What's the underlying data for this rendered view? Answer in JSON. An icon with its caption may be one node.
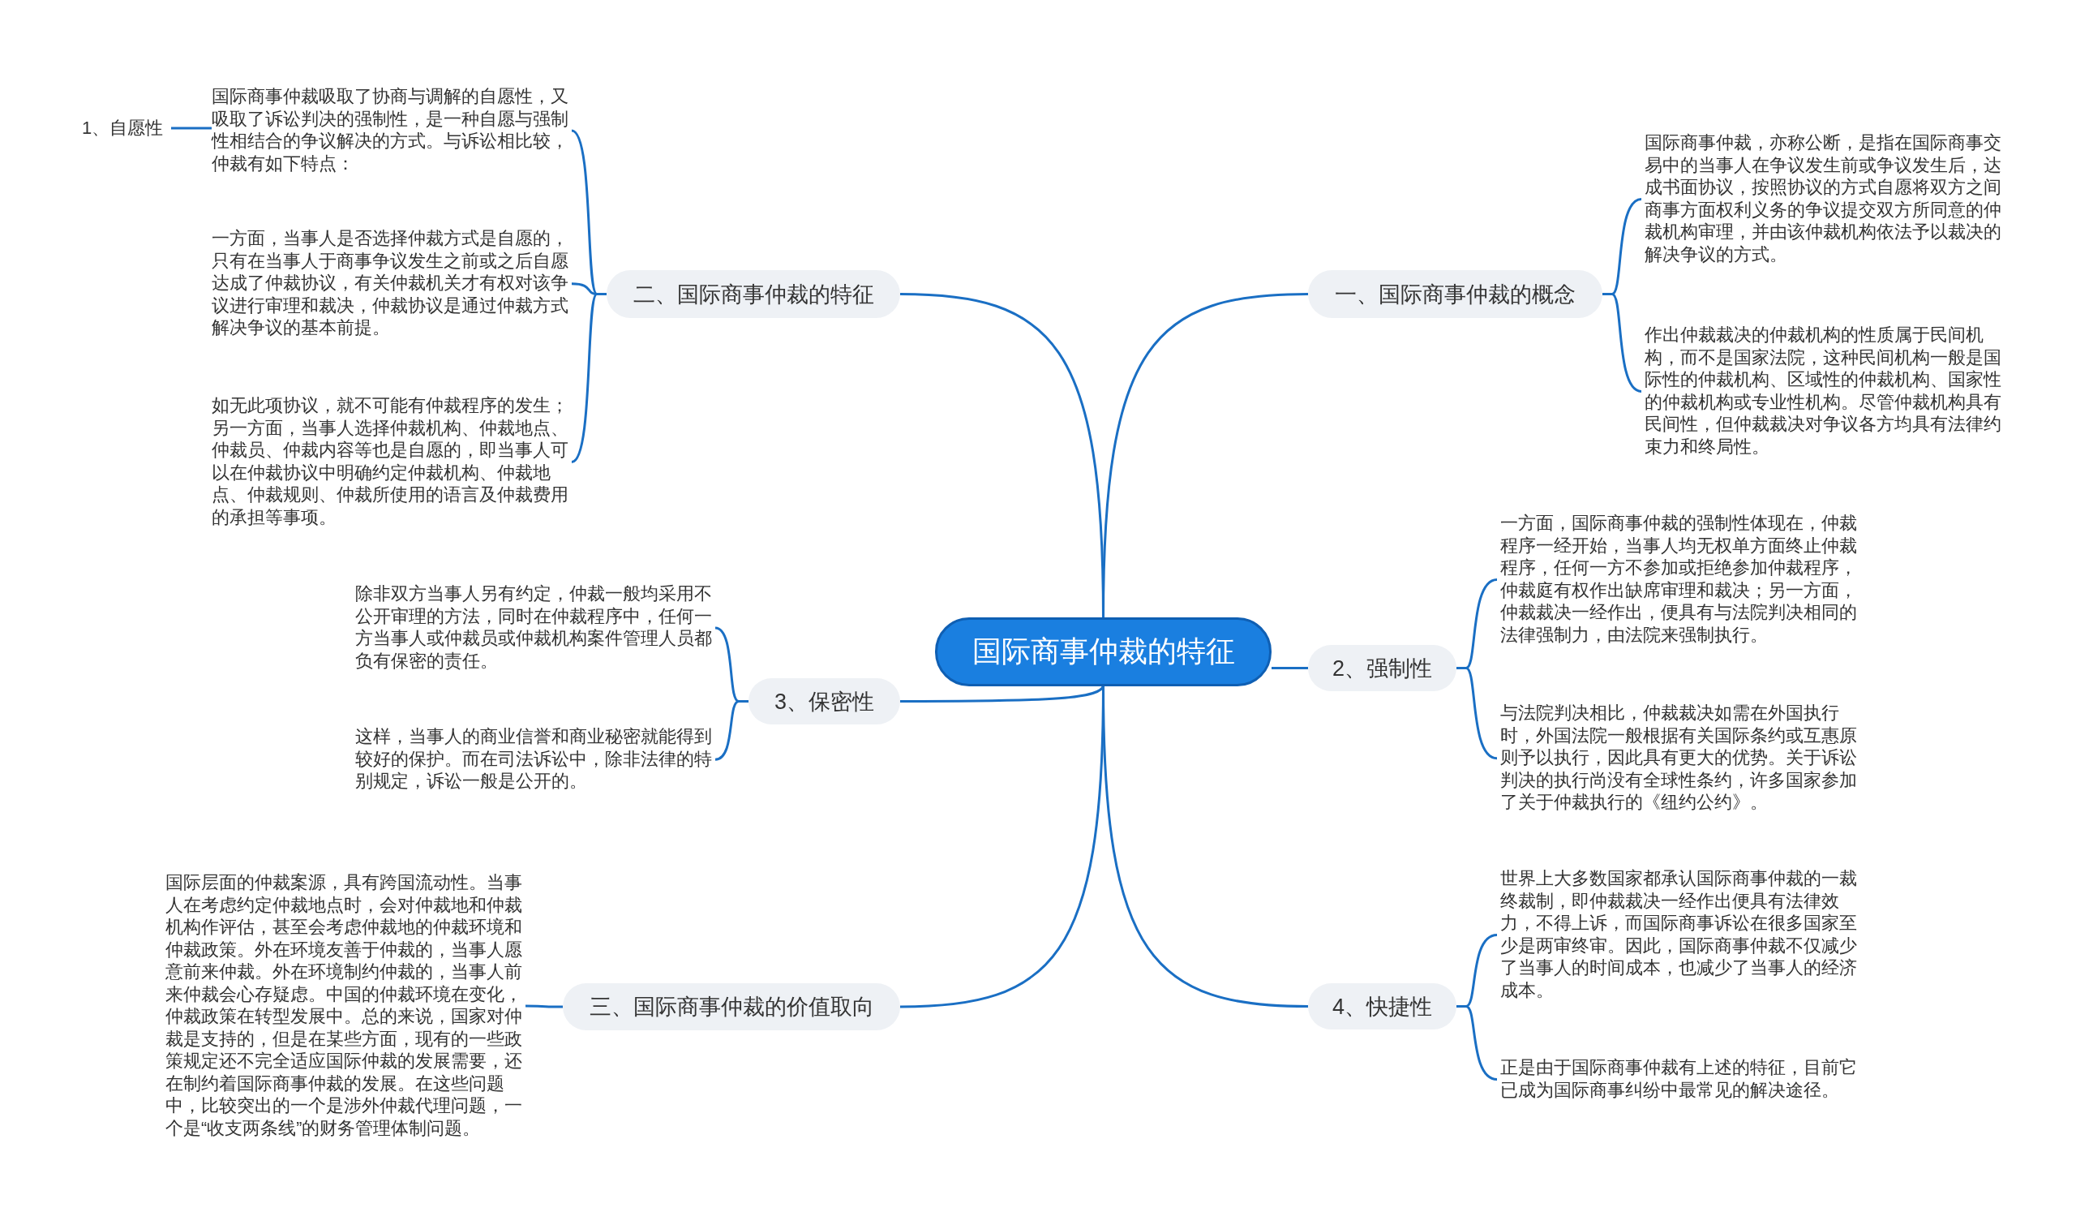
{
  "diagram": {
    "nodes": [
      {
        "text": [
          "国际商事仲裁的特征"
        ]
      },
      {
        "text": [
          "一、国际商事仲裁的概念"
        ]
      },
      {
        "text": [
          "国际商事仲裁，亦称公断，是指在国际商事交易中的当事人在争议发生前或争议发生后，达成书面协议，按照协议的方式自愿将双方之间商事方面权利义务的争议提交双方所同意的仲裁机构审理，并由该仲裁机构依法予以裁决的解决争议的方式。"
        ]
      },
      {
        "text": [
          "作出仲裁裁决的仲裁机构的性质属于民间机构，而不是国家法院，这种民间机构一般是国际性的仲裁机构、区域性的仲裁机构、国家性的仲裁机构或专业性机构。尽管仲裁机构具有民间性，但仲裁裁决对争议各方均具有法律约束力和终局性。"
        ]
      },
      {
        "text": [
          "二、国际商事仲裁的特征"
        ]
      },
      {
        "text": [
          "国际商事仲裁吸取了协商与调解的自愿性，又吸取了诉讼判决的强制性，是一种自愿与强制性相结合的争议解决的方式。与诉讼相比较，仲裁有如下特点："
        ]
      },
      {
        "text": [
          "一方面，当事人是否选择仲裁方式是自愿的，只有在当事人于商事争议发生之前或之后自愿达成了仲裁协议，有关仲裁机关才有权对该争议进行审理和裁决，仲裁协议是通过仲裁方式解决争议的基本前提。"
        ]
      },
      {
        "text": [
          "如无此项协议，就不可能有仲裁程序的发生；另一方面，当事人选择仲裁机构、仲裁地点、仲裁员、仲裁内容等也是自愿的，即当事人可以在仲裁协议中明确约定仲裁机构、仲裁地点、仲裁规则、仲裁所使用的语言及仲裁费用的承担等事项。"
        ]
      },
      {
        "text": [
          "1、自愿性"
        ]
      },
      {
        "text": [
          "2、强制性"
        ]
      },
      {
        "text": [
          "一方面，国际商事仲裁的强制性体现在，仲裁程序一经开始，当事人均无权单方面终止仲裁程序，任何一方不参加或拒绝参加仲裁程序，仲裁庭有权作出缺席审理和裁决；另一方面，仲裁裁决一经作出，便具有与法院判决相同的法律强制力，由法院来强制执行。"
        ]
      },
      {
        "text": [
          "与法院判决相比，仲裁裁决如需在外国执行时，外国法院一般根据有关国际条约或互惠原则予以执行，因此具有更大的优势。关于诉讼判决的执行尚没有全球性条约，许多国家参加了关于仲裁执行的《纽约公约》。"
        ]
      },
      {
        "text": [
          "4、快捷性"
        ]
      },
      {
        "text": [
          "世界上大多数国家都承认国际商事仲裁的一裁终裁制，即仲裁裁决一经作出便具有法律效力，不得上诉，而国际商事诉讼在很多国家至少是两审终审。因此，国际商事仲裁不仅减少了当事人的时间成本，也减少了当事人的经济成本。"
        ]
      },
      {
        "text": [
          "正是由于国际商事仲裁有上述的特征，目前它已成为国际商事纠纷中最常见的解决途径。"
        ]
      },
      {
        "text": [
          "3、保密性"
        ]
      },
      {
        "text": [
          "除非双方当事人另有约定，仲裁一般均采用不公开审理的方法，同时在仲裁程序中，任何一方当事人或仲裁员或仲裁机构案件管理人员都负有保密的责任。"
        ]
      },
      {
        "text": [
          "这样，当事人的商业信誉和商业秘密就能得到较好的保护。而在司法诉讼中，除非法律的特别规定，诉讼一般是公开的。"
        ]
      },
      {
        "text": [
          "三、国际商事仲裁的价值取向"
        ]
      },
      {
        "text": [
          "国际层面的仲裁案源，具有跨国流动性。当事人在考虑约定仲裁地点时，会对仲裁地和仲裁机构作评估，甚至会考虑仲裁地的仲裁环境和仲裁政策。外在环境友善于仲裁的，当事人愿意前来仲裁。外在环境制约仲裁的，当事人前来仲裁会心存疑虑。中国的仲裁环境在变化，仲裁政策在转型发展中。总的来说，国家对仲裁是支持的，但是在某些方面，现有的一些政策规定还不完全适应国际仲裁的发展需要，还在制约着国际商事仲裁的发展。在这些问题中，比较突出的一个是涉外仲裁代理问题，一个是“收支两条线”的财务管理体制问题。"
        ]
      }
    ],
    "edges": [
      {
        "from": 0,
        "to": 1,
        "arrow": "none"
      },
      {
        "from": 0,
        "to": 4,
        "arrow": "none"
      },
      {
        "from": 0,
        "to": 9,
        "arrow": "none"
      },
      {
        "from": 0,
        "to": 12,
        "arrow": "none"
      },
      {
        "from": 0,
        "to": 15,
        "arrow": "none"
      },
      {
        "from": 0,
        "to": 18,
        "arrow": "none"
      },
      {
        "from": 1,
        "to": 2,
        "arrow": "none"
      },
      {
        "from": 1,
        "to": 3,
        "arrow": "none"
      },
      {
        "from": 4,
        "to": 5,
        "arrow": "none"
      },
      {
        "from": 4,
        "to": 6,
        "arrow": "none"
      },
      {
        "from": 4,
        "to": 7,
        "arrow": "none"
      },
      {
        "from": 5,
        "to": 8,
        "arrow": "none"
      },
      {
        "from": 9,
        "to": 10,
        "arrow": "none"
      },
      {
        "from": 9,
        "to": 11,
        "arrow": "none"
      },
      {
        "from": 12,
        "to": 13,
        "arrow": "none"
      },
      {
        "from": 12,
        "to": 14,
        "arrow": "none"
      },
      {
        "from": 15,
        "to": 16,
        "arrow": "none"
      },
      {
        "from": 15,
        "to": 17,
        "arrow": "none"
      },
      {
        "from": 18,
        "to": 19,
        "arrow": "none"
      }
    ]
  }
}
